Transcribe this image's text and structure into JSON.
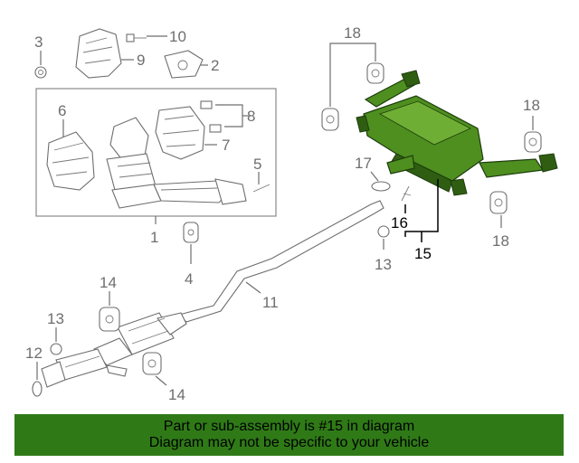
{
  "callouts": {
    "c1": "1",
    "c2": "2",
    "c3": "3",
    "c4": "4",
    "c5": "5",
    "c6": "6",
    "c7": "7",
    "c8": "8",
    "c9": "9",
    "c10": "10",
    "c11": "11",
    "c12": "12",
    "c13a": "13",
    "c13b": "13",
    "c14a": "14",
    "c14b": "14",
    "c15": "15",
    "c16": "16",
    "c17": "17",
    "c18a": "18",
    "c18b": "18",
    "c18c": "18"
  },
  "highlight_color": "#4e8f1f",
  "banner": {
    "line1": "Part or sub-assembly is #15 in diagram",
    "line2": "Diagram may not be specific to your vehicle",
    "background": "#2f7a17"
  }
}
